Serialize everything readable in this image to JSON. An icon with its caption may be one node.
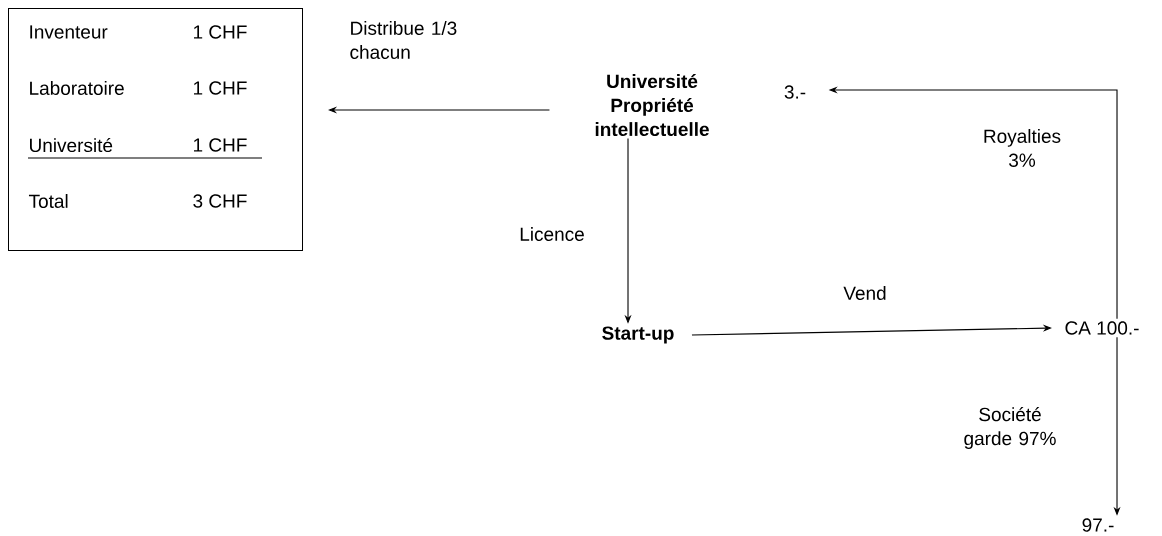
{
  "diagram": {
    "nodes": [
      {
        "text": [
          "Inventeur",
          "1 CHF",
          "Laboratoire",
          "1 CHF",
          "Université",
          "1 CHF",
          "Total",
          "3 CHF"
        ]
      },
      {
        "text": [
          "Université Propriété intellectuelle"
        ]
      },
      {
        "text": [
          "3.-"
        ]
      },
      {
        "text": [
          "Start-up"
        ]
      },
      {
        "text": [
          "CA 100.-"
        ]
      },
      {
        "text": [
          "97.-"
        ]
      }
    ],
    "edges": [
      {
        "from": 1,
        "to": 0,
        "arrow": "to",
        "label": "Distribue 1/3 chacun"
      },
      {
        "from": 1,
        "to": 3,
        "arrow": "to",
        "label": "Licence"
      },
      {
        "from": 3,
        "to": 4,
        "arrow": "to",
        "label": "Vend"
      },
      {
        "from": 4,
        "to": 2,
        "arrow": "to",
        "label": "Royalties 3%"
      },
      {
        "from": 4,
        "to": 5,
        "arrow": "to",
        "label": "Société garde 97%"
      }
    ]
  }
}
